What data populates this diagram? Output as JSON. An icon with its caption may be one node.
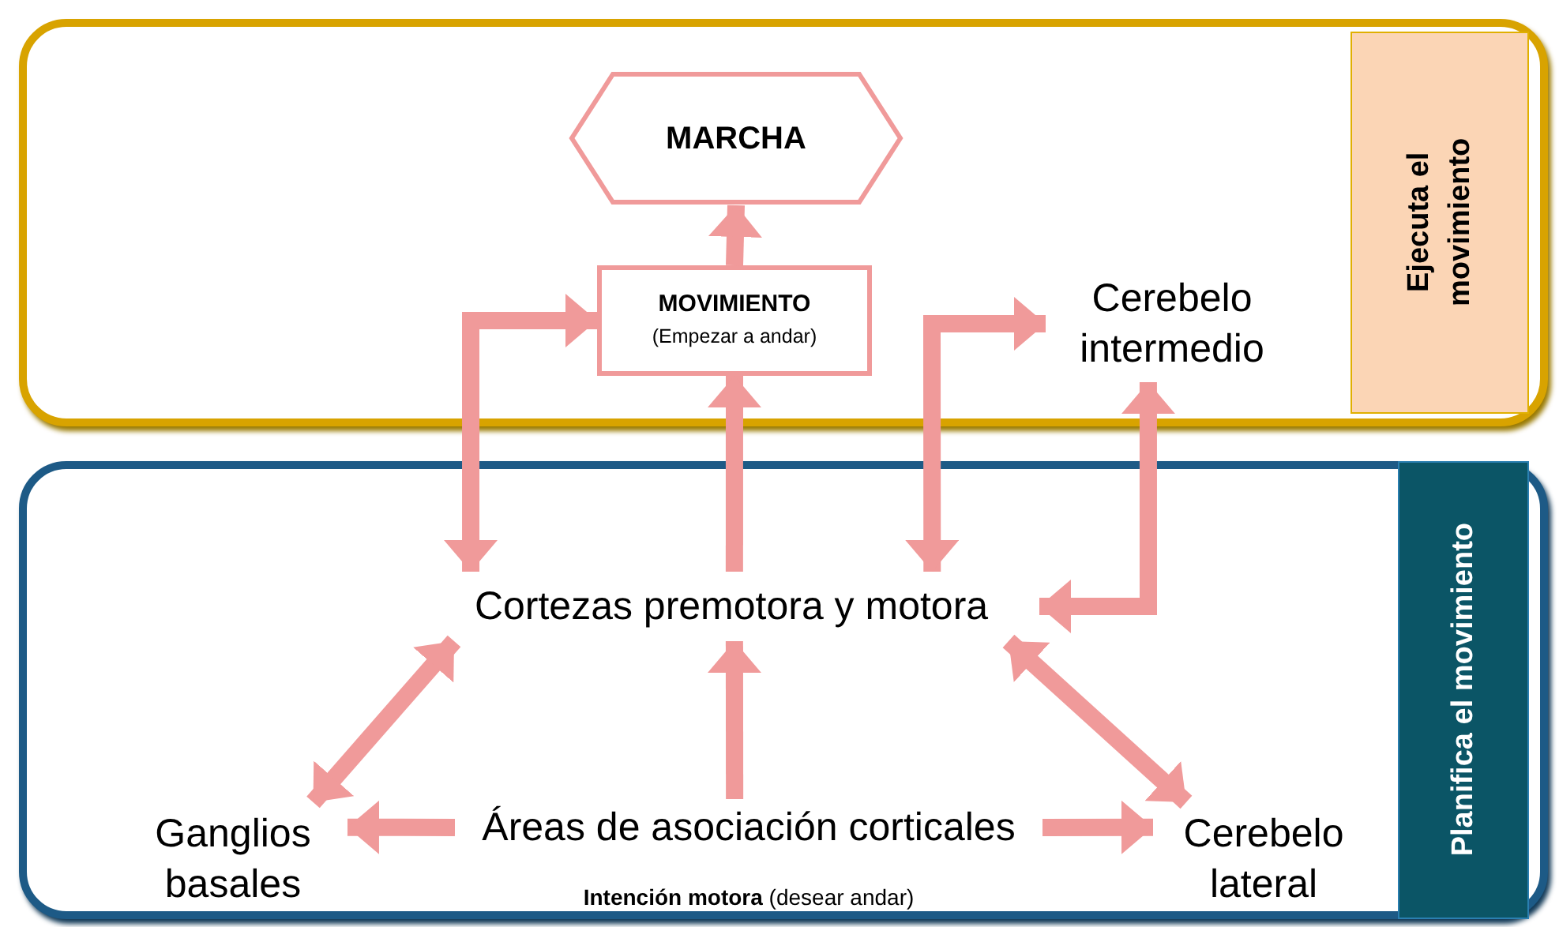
{
  "diagram": {
    "nodes": [
      {
        "text": [],
        "shape": "box"
      },
      {
        "text": [
          "Ejecuta el movimiento"
        ],
        "in": 0
      },
      {
        "text": [
          "MARCHA"
        ],
        "in": 0
      },
      {
        "text": [
          "MOVIMIENTO",
          "(Empezar a andar)"
        ],
        "in": 0
      },
      {
        "text": [
          "Cerebelo intermedio"
        ],
        "in": 0
      },
      {
        "text": [],
        "shape": "box"
      },
      {
        "text": [
          "Planifica el movimiento"
        ],
        "in": 5
      },
      {
        "text": [
          "Cortezas premotora y motora"
        ],
        "in": 5
      },
      {
        "text": [
          "Ganglios basales"
        ],
        "in": 5
      },
      {
        "text": [
          "Áreas de asociación corticales"
        ],
        "beside": [
          "**Intención motora** (desear andar)"
        ],
        "in": 5
      },
      {
        "text": [
          "Cerebelo lateral"
        ],
        "in": 5
      }
    ],
    "edges": [
      {
        "from": 3,
        "to": 2,
        "arrow": "to"
      },
      {
        "from": 7,
        "to": 3,
        "arrow": "to"
      },
      {
        "from": 3,
        "to": 7,
        "arrow": "both"
      },
      {
        "from": 7,
        "to": 4,
        "arrow": "both"
      },
      {
        "from": 4,
        "to": 7,
        "arrow": "both"
      },
      {
        "from": 7,
        "to": 8,
        "arrow": "both"
      },
      {
        "from": 7,
        "to": 10,
        "arrow": "both"
      },
      {
        "from": 9,
        "to": 7,
        "arrow": "to"
      },
      {
        "from": 9,
        "to": 8,
        "arrow": "to"
      },
      {
        "from": 9,
        "to": 10,
        "arrow": "to"
      }
    ]
  }
}
